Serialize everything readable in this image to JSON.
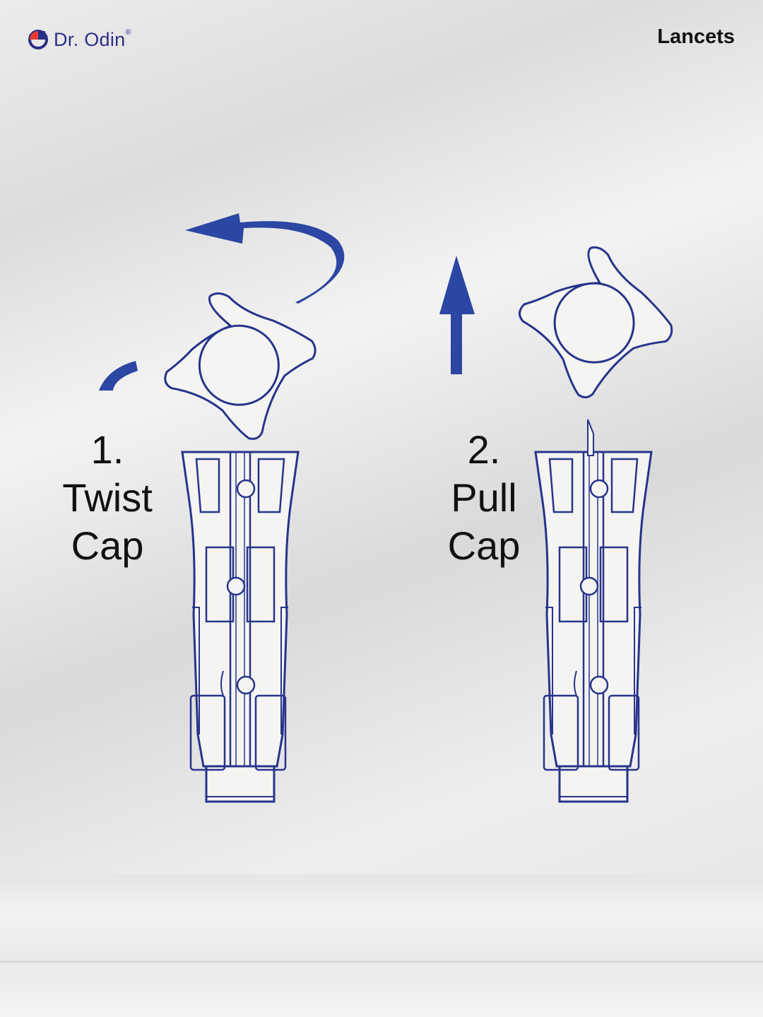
{
  "brand": {
    "name": "Dr. Odin",
    "reg_mark": "®",
    "color": "#2a2f86",
    "accent": "#e63a2e"
  },
  "product_label": "Lancets",
  "steps": [
    {
      "number": "1.",
      "line1": "Twist",
      "line2": "Cap"
    },
    {
      "number": "2.",
      "line1": "Pull",
      "line2": "Cap"
    }
  ],
  "colors": {
    "outline": "#27348b",
    "arrow": "#2b46a3",
    "fill": "#f4f4f2"
  }
}
